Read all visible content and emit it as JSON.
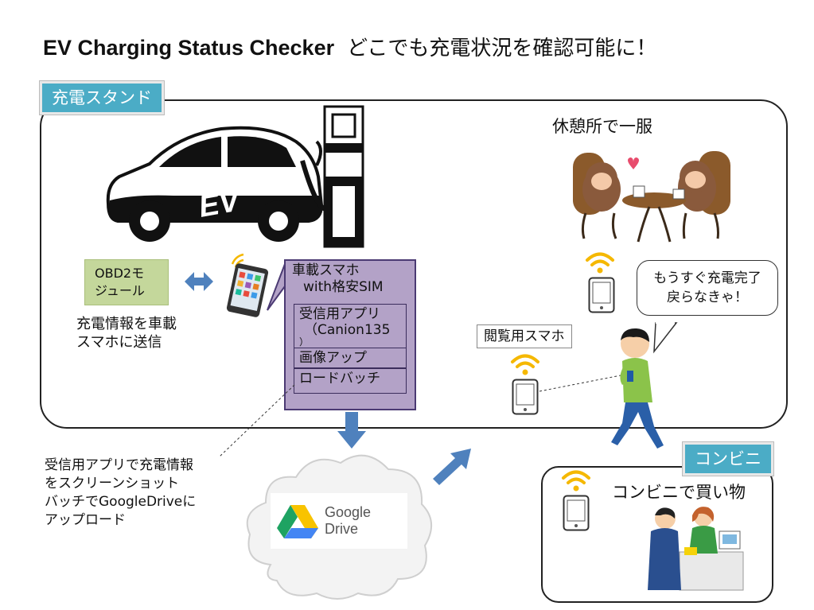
{
  "title": {
    "en": "EV Charging Status Checker",
    "jp": "どこでも充電状況を確認可能に！"
  },
  "stand": {
    "tag": "充電スタンド",
    "car_text": "EV",
    "obd_line1": "OBD2モ",
    "obd_line2": "ジュール",
    "obd_desc_line1": "充電情報を車載",
    "obd_desc_line2": "スマホに送信",
    "car_phone_line1": "車載スマホ",
    "car_phone_line2": "with格安SIM",
    "app_line1": "受信用アプリ",
    "app_line2": "（Canion135",
    "app_line3": "）",
    "batch_line1": "画像アップ",
    "batch_line2": "ロードバッチ",
    "rest_label": "休憩所で一服",
    "viewer_label": "閲覧用スマホ",
    "bubble_line1": "もうすぐ充電完了",
    "bubble_line2": "戻らなきゃ！"
  },
  "cloud": {
    "desc_line1": "受信用アプリで充電情報",
    "desc_line2": "をスクリーンショット",
    "desc_line3": "バッチでGoogleDriveに",
    "desc_line4": "アップロード",
    "gdrive_label": "Google Drive"
  },
  "conv": {
    "tag": "コンビニ",
    "label": "コンビニで買い物"
  },
  "colors": {
    "tag_bg": "#4bacc6",
    "obd_bg": "#c4d79b",
    "phone_box_bg": "#b3a2c7",
    "arrow": "#4f81bd",
    "wifi": "#f5b800"
  }
}
